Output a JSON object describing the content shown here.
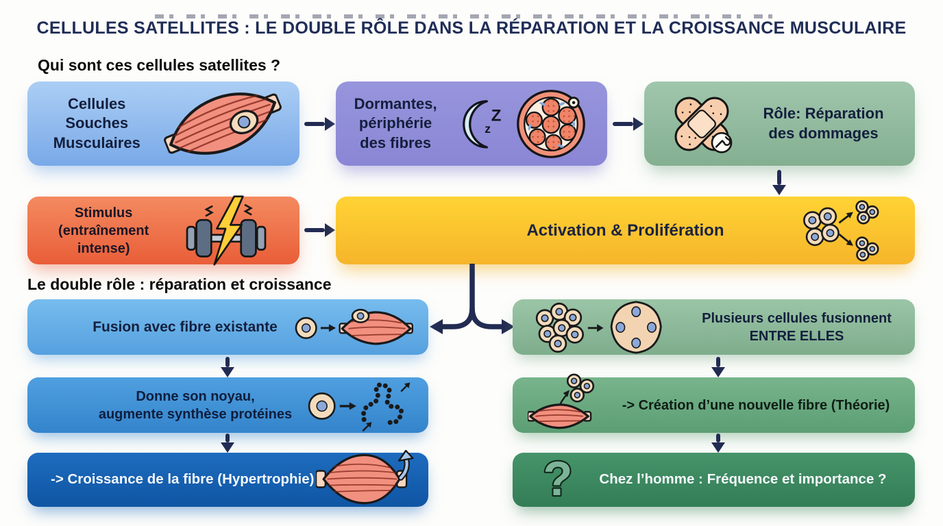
{
  "title": "CELLULES SATELLITES : LE DOUBLE RÔLE DANS LA RÉPARATION ET LA CROISSANCE MUSCULAIRE",
  "headings": {
    "who": "Qui sont ces cellules satellites ?",
    "double_role": "Le double rôle : réparation et croissance"
  },
  "flow": {
    "stem_cells": "Cellules\nSouches\nMusculaires",
    "dormant": "Dormantes,\npériphérie\ndes fibres",
    "repair": "Rôle: Réparation\ndes dommages",
    "stimulus": "Stimulus\n(entraînement\nintense)",
    "activation": "Activation & Prolifération"
  },
  "left_branch": {
    "fusion": "Fusion avec fibre existante",
    "nucleus": "Donne son noyau,\naugmente synthèse protéines",
    "growth": "-> Croissance de la fibre (Hypertrophie)"
  },
  "right_branch": {
    "fuse_line1": "Plusieurs cellules fusionnent",
    "fuse_line2": "ENTRE ELLES",
    "new_fiber": "-> Création d’une nouvelle fibre (Théorie)",
    "human": "Chez l’homme : Fréquence et importance ?"
  },
  "icon_text": {
    "z_small": "z",
    "z_large": "Z",
    "question": "?"
  },
  "icon_names": [
    "muscle-fiber-cell-icon",
    "moon-sleep-icon",
    "fiber-cross-section-icon",
    "bandage-repair-icon",
    "dumbbell-lightning-icon",
    "cell-proliferation-icon",
    "cell-to-fiber-fusion-icon",
    "cells-fuse-together-icon",
    "nucleus-protein-synthesis-icon",
    "new-fiber-cells-icon",
    "fiber-growth-arrow-icon",
    "question-mark-icon"
  ],
  "colors": {
    "title_navy": "#1f2d56",
    "arrow_navy": "#222b52",
    "box_blue_light": "#8fc0ef",
    "box_purple": "#918ed9",
    "box_green_muted": "#93bca0",
    "box_orange": "#ef744c",
    "box_yellow": "#fcc931",
    "box_blue_mid": "#5ba7e3",
    "box_blue_deep": "#3f92d6",
    "box_blue_dark": "#1a63b4",
    "box_green_mid": "#6fae85",
    "box_green_dark": "#3c8a60",
    "fiber_salmon": "#f29080",
    "cell_tan": "#f3dcbd",
    "nucleus_blue": "#8ca8d8"
  }
}
